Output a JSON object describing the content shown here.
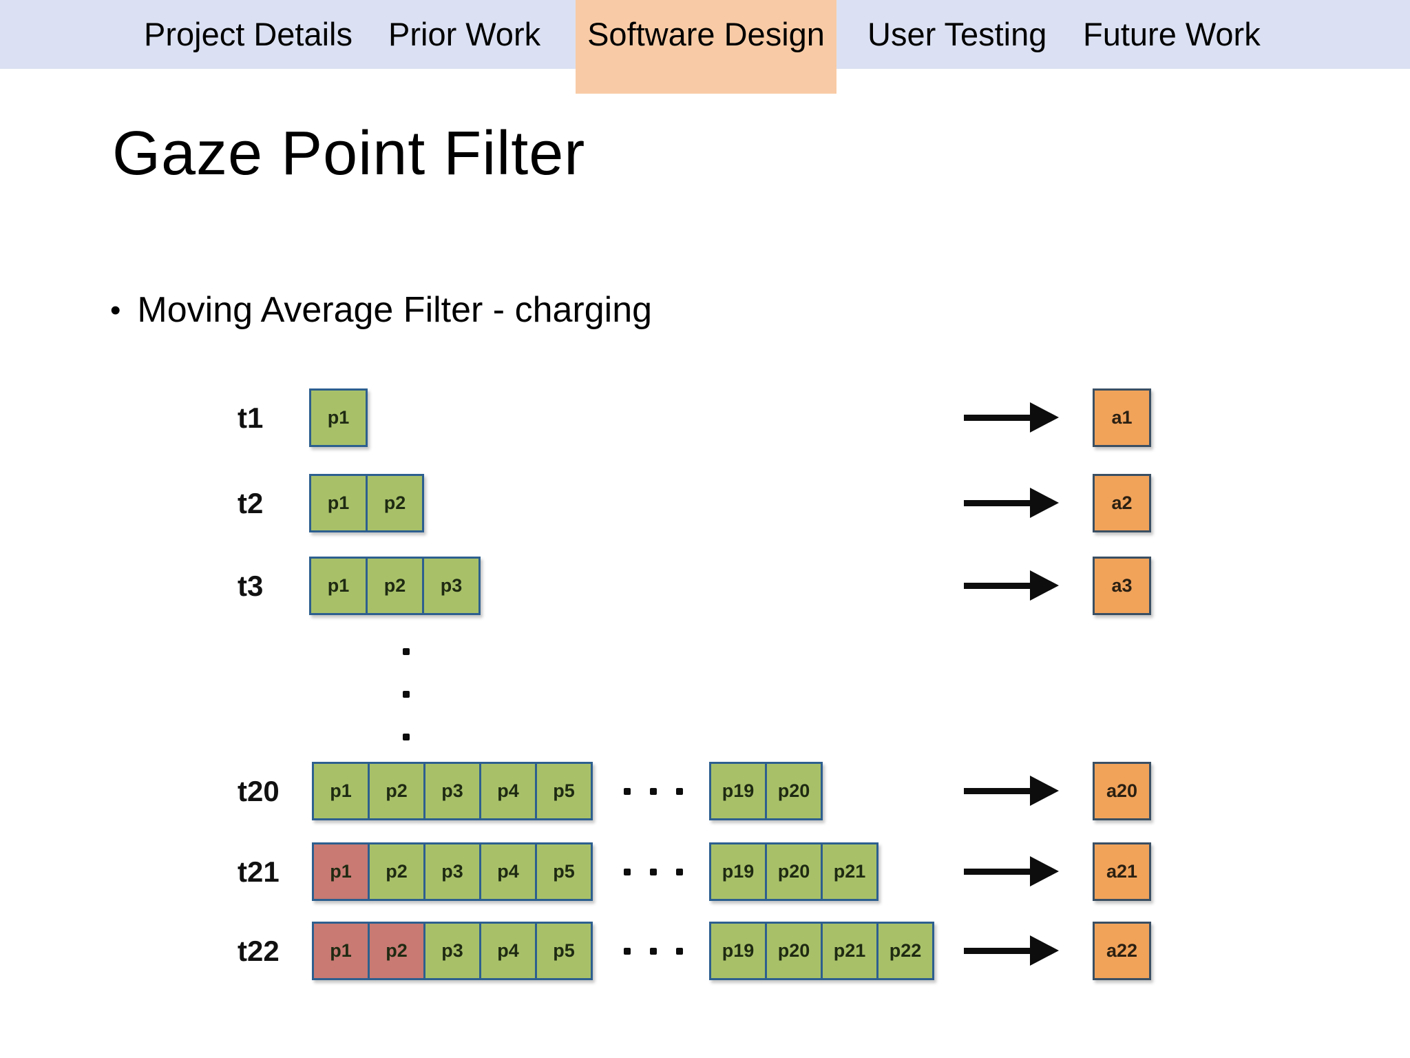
{
  "nav": {
    "items": [
      {
        "label": "Project Details",
        "active": false
      },
      {
        "label": "Prior Work",
        "active": false
      },
      {
        "label": "Software Design",
        "active": true
      },
      {
        "label": "User Testing",
        "active": false
      },
      {
        "label": "Future Work",
        "active": false
      }
    ]
  },
  "slide": {
    "title": "Gaze Point Filter",
    "bullet_marker": "•",
    "bullet": "Moving Average Filter - charging"
  },
  "diagram": {
    "rows": [
      {
        "time": "t1",
        "window": [
          {
            "label": "p1",
            "stale": false
          }
        ],
        "ellipsis": false,
        "tail": [],
        "output": "a1"
      },
      {
        "time": "t2",
        "window": [
          {
            "label": "p1",
            "stale": false
          },
          {
            "label": "p2",
            "stale": false
          }
        ],
        "ellipsis": false,
        "tail": [],
        "output": "a2"
      },
      {
        "time": "t3",
        "window": [
          {
            "label": "p1",
            "stale": false
          },
          {
            "label": "p2",
            "stale": false
          },
          {
            "label": "p3",
            "stale": false
          }
        ],
        "ellipsis": false,
        "tail": [],
        "output": "a3"
      },
      {
        "time": "t20",
        "window": [
          {
            "label": "p1",
            "stale": false
          },
          {
            "label": "p2",
            "stale": false
          },
          {
            "label": "p3",
            "stale": false
          },
          {
            "label": "p4",
            "stale": false
          },
          {
            "label": "p5",
            "stale": false
          }
        ],
        "ellipsis": true,
        "tail": [
          {
            "label": "p19",
            "stale": false
          },
          {
            "label": "p20",
            "stale": false
          }
        ],
        "output": "a20"
      },
      {
        "time": "t21",
        "window": [
          {
            "label": "p1",
            "stale": true
          },
          {
            "label": "p2",
            "stale": false
          },
          {
            "label": "p3",
            "stale": false
          },
          {
            "label": "p4",
            "stale": false
          },
          {
            "label": "p5",
            "stale": false
          }
        ],
        "ellipsis": true,
        "tail": [
          {
            "label": "p19",
            "stale": false
          },
          {
            "label": "p20",
            "stale": false
          },
          {
            "label": "p21",
            "stale": false
          }
        ],
        "output": "a21"
      },
      {
        "time": "t22",
        "window": [
          {
            "label": "p1",
            "stale": true
          },
          {
            "label": "p2",
            "stale": true
          },
          {
            "label": "p3",
            "stale": false
          },
          {
            "label": "p4",
            "stale": false
          },
          {
            "label": "p5",
            "stale": false
          }
        ],
        "ellipsis": true,
        "tail": [
          {
            "label": "p19",
            "stale": false
          },
          {
            "label": "p20",
            "stale": false
          },
          {
            "label": "p21",
            "stale": false
          },
          {
            "label": "p22",
            "stale": false
          }
        ],
        "output": "a22"
      }
    ],
    "colors": {
      "navbar_bg": "#dbe1f2",
      "active_tab_bg": "#f8cba6",
      "window_cell_fill": "#a8c169",
      "stale_cell_fill": "#c87a73",
      "cell_border": "#2d5f8f",
      "output_fill": "#f1a35a",
      "output_border": "#3a4f63"
    }
  }
}
